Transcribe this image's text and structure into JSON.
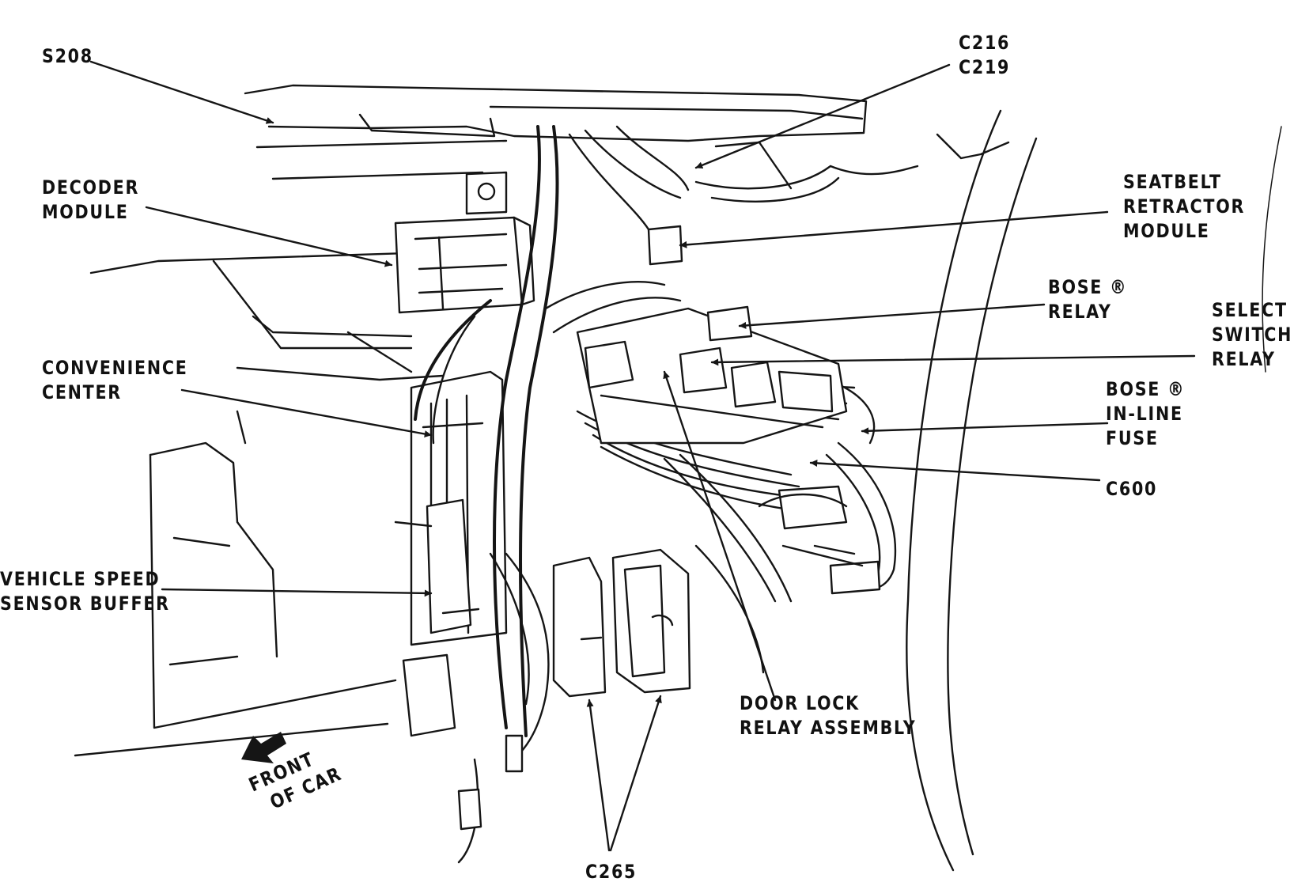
{
  "labels": {
    "s208": "S208",
    "c216": "C216",
    "c219": "C219",
    "decoder_module": [
      "DECODER",
      "MODULE"
    ],
    "seatbelt_module": [
      "SEATBELT",
      "RETRACTOR",
      "MODULE"
    ],
    "bose_relay": [
      "BOSE ®",
      "RELAY"
    ],
    "select_switch_relay": [
      "SELECT",
      "SWITCH",
      "RELAY"
    ],
    "convenience_center": [
      "CONVENIENCE",
      "CENTER"
    ],
    "bose_fuse": [
      "BOSE ®",
      "IN-LINE",
      "FUSE"
    ],
    "c600": "C600",
    "vss_buffer": [
      "VEHICLE SPEED",
      "SENSOR BUFFER"
    ],
    "door_lock_relay": [
      "DOOR LOCK",
      "RELAY ASSEMBLY"
    ],
    "front_of_car": [
      "FRONT",
      "OF CAR"
    ],
    "c265": "C265"
  },
  "colors": {
    "ink": "#151515",
    "paper": "#ffffff"
  }
}
